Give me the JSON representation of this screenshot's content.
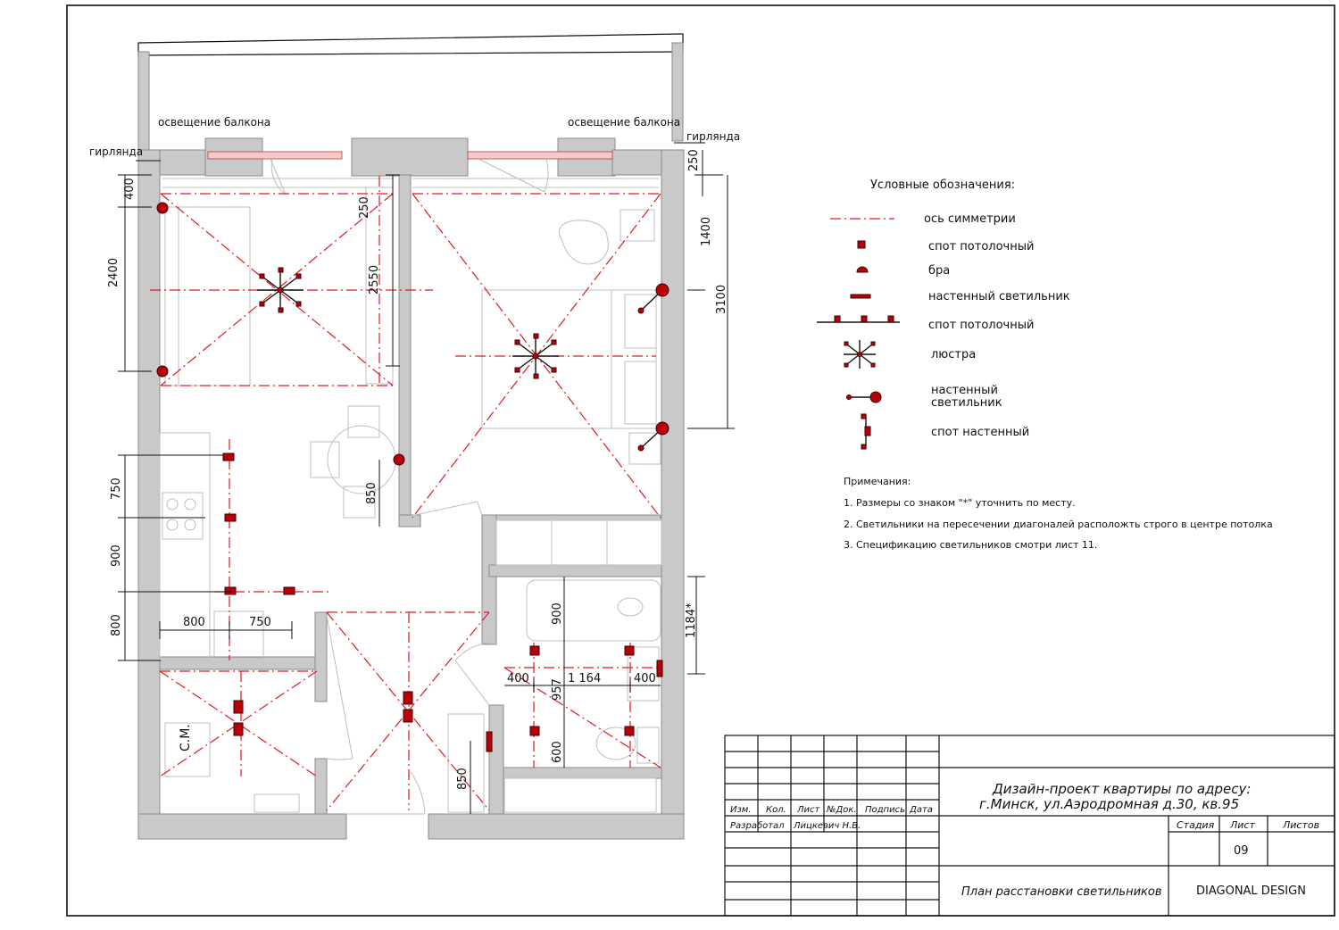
{
  "plan_labels": {
    "balcony_light_left": "освещение балкона",
    "balcony_light_right": "освещение балкона",
    "garland_left": "гирлянда",
    "garland_right": "гирлянда",
    "washer": "С.М."
  },
  "dimensions": {
    "d400_top": "400",
    "d2400": "2400",
    "d250_left": "250",
    "d2550": "2550",
    "d250_right": "250",
    "d1400": "1400",
    "d3100": "3100",
    "d750_v": "750",
    "d900_v": "900",
    "d800_v": "800",
    "d800_h": "800",
    "d750_h": "750",
    "d850_mid": "850",
    "d900_bath": "900",
    "d1184": "1184*",
    "d400_bath_l": "400",
    "d1164": "1 164",
    "d400_bath_r": "400",
    "d957": "957",
    "d600": "600",
    "d850_bottom": "850"
  },
  "legend": {
    "title": "Условные обозначения:",
    "items": [
      "ось симметрии",
      "спот потолочный",
      "бра",
      "настенный светильник",
      "спот потолочный",
      "люстра",
      "настенный",
      "светильник",
      "спот настенный"
    ]
  },
  "notes": {
    "title": "Примечания:",
    "items": [
      "1. Размеры со знаком \"*\" уточнить по месту.",
      "2. Светильники на пересечении диагоналей расположть строго в центре потолка",
      "3. Спецификацию светильников смотри лист  11."
    ]
  },
  "title_block": {
    "headers": [
      "Изм.",
      "Кол.",
      "Лист",
      "№Док.",
      "Подпись",
      "Дата"
    ],
    "developed_label": "Разработал",
    "developer": "Лицкевич Н.В.",
    "project_line1": "Дизайн-проект квартиры по адресу:",
    "project_line2": "г.Минск, ул.Аэродромная д.30, кв.95",
    "stage_label": "Стадия",
    "sheet_label": "Лист",
    "sheets_label": "Листов",
    "sheet_number": "09",
    "drawing_title": "План расстановки светильников",
    "company": "DIAGONAL DESIGN"
  },
  "colors": {
    "axis": "#e0191f",
    "lamp": "#b8000a",
    "wall": "#c9c9c9"
  }
}
